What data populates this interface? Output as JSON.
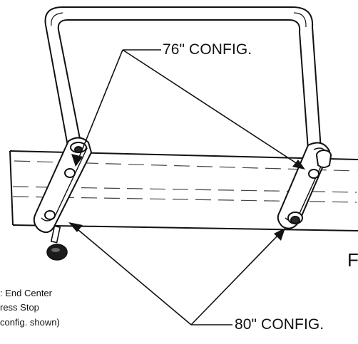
{
  "labels": {
    "config_76": "76\" CONFIG.",
    "config_80": "80\" CONFIG.",
    "edge_letter": "F"
  },
  "caption_lines": [
    ": End Center",
    "ress Stop",
    " config. shown)"
  ],
  "colors": {
    "line": "#111111",
    "fill": "#ffffff",
    "hole": "#2a2a2a",
    "dash": "#444444"
  }
}
